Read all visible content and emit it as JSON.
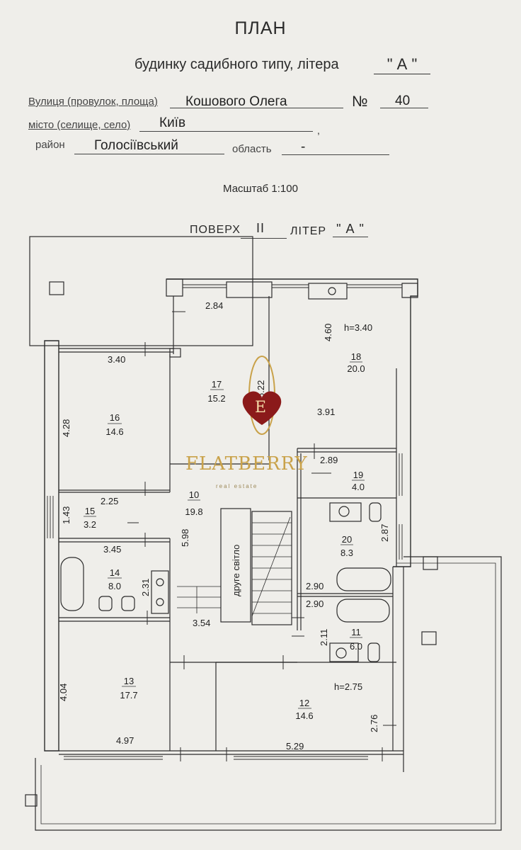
{
  "header": {
    "title": "ПЛАН",
    "subtitle": "будинку садибного типу, літера",
    "litera": "\" А \""
  },
  "address": {
    "street_label": "Вулиця (провулок, площа)",
    "street_value": "Кошового Олега",
    "number_label": "№",
    "number_value": "40",
    "city_label": "місто (селище, село)",
    "city_value": "Київ",
    "district_label": "район",
    "district_value": "Голосіївський",
    "region_label": "область",
    "region_value": "-"
  },
  "scale": "Масштаб 1:100",
  "floor": {
    "floor_label": "ПОВЕРХ",
    "floor_value": "II",
    "liter_label": "ЛІТЕР",
    "liter_value": "\" А \""
  },
  "plan": {
    "heights": [
      "h=3.40",
      "h=2.75"
    ],
    "stair_label": "друге світло",
    "rooms": [
      {
        "num": "10",
        "area": "19.8"
      },
      {
        "num": "11",
        "area": "6.0"
      },
      {
        "num": "12",
        "area": "14.6"
      },
      {
        "num": "13",
        "area": "17.7"
      },
      {
        "num": "14",
        "area": "8.0"
      },
      {
        "num": "15",
        "area": "3.2"
      },
      {
        "num": "16",
        "area": "14.6"
      },
      {
        "num": "17",
        "area": "15.2"
      },
      {
        "num": "18",
        "area": "20.0"
      },
      {
        "num": "19",
        "area": "4.0"
      },
      {
        "num": "20",
        "area": "8.3"
      }
    ],
    "dimensions": [
      "2.84",
      "4.60",
      "3.40",
      "5.22",
      "4.28",
      "3.91",
      "2.89",
      "2.25",
      "1.43",
      "5.98",
      "2.87",
      "3.45",
      "2.31",
      "2.90",
      "2.90",
      "3.54",
      "2.11",
      "4.04",
      "2.76",
      "4.97",
      "5.29"
    ]
  },
  "watermark": {
    "brand": "FLATBERRY",
    "tagline": "real estate",
    "accent_color": "#8b1a1a",
    "gold_color": "#c9a24a"
  }
}
